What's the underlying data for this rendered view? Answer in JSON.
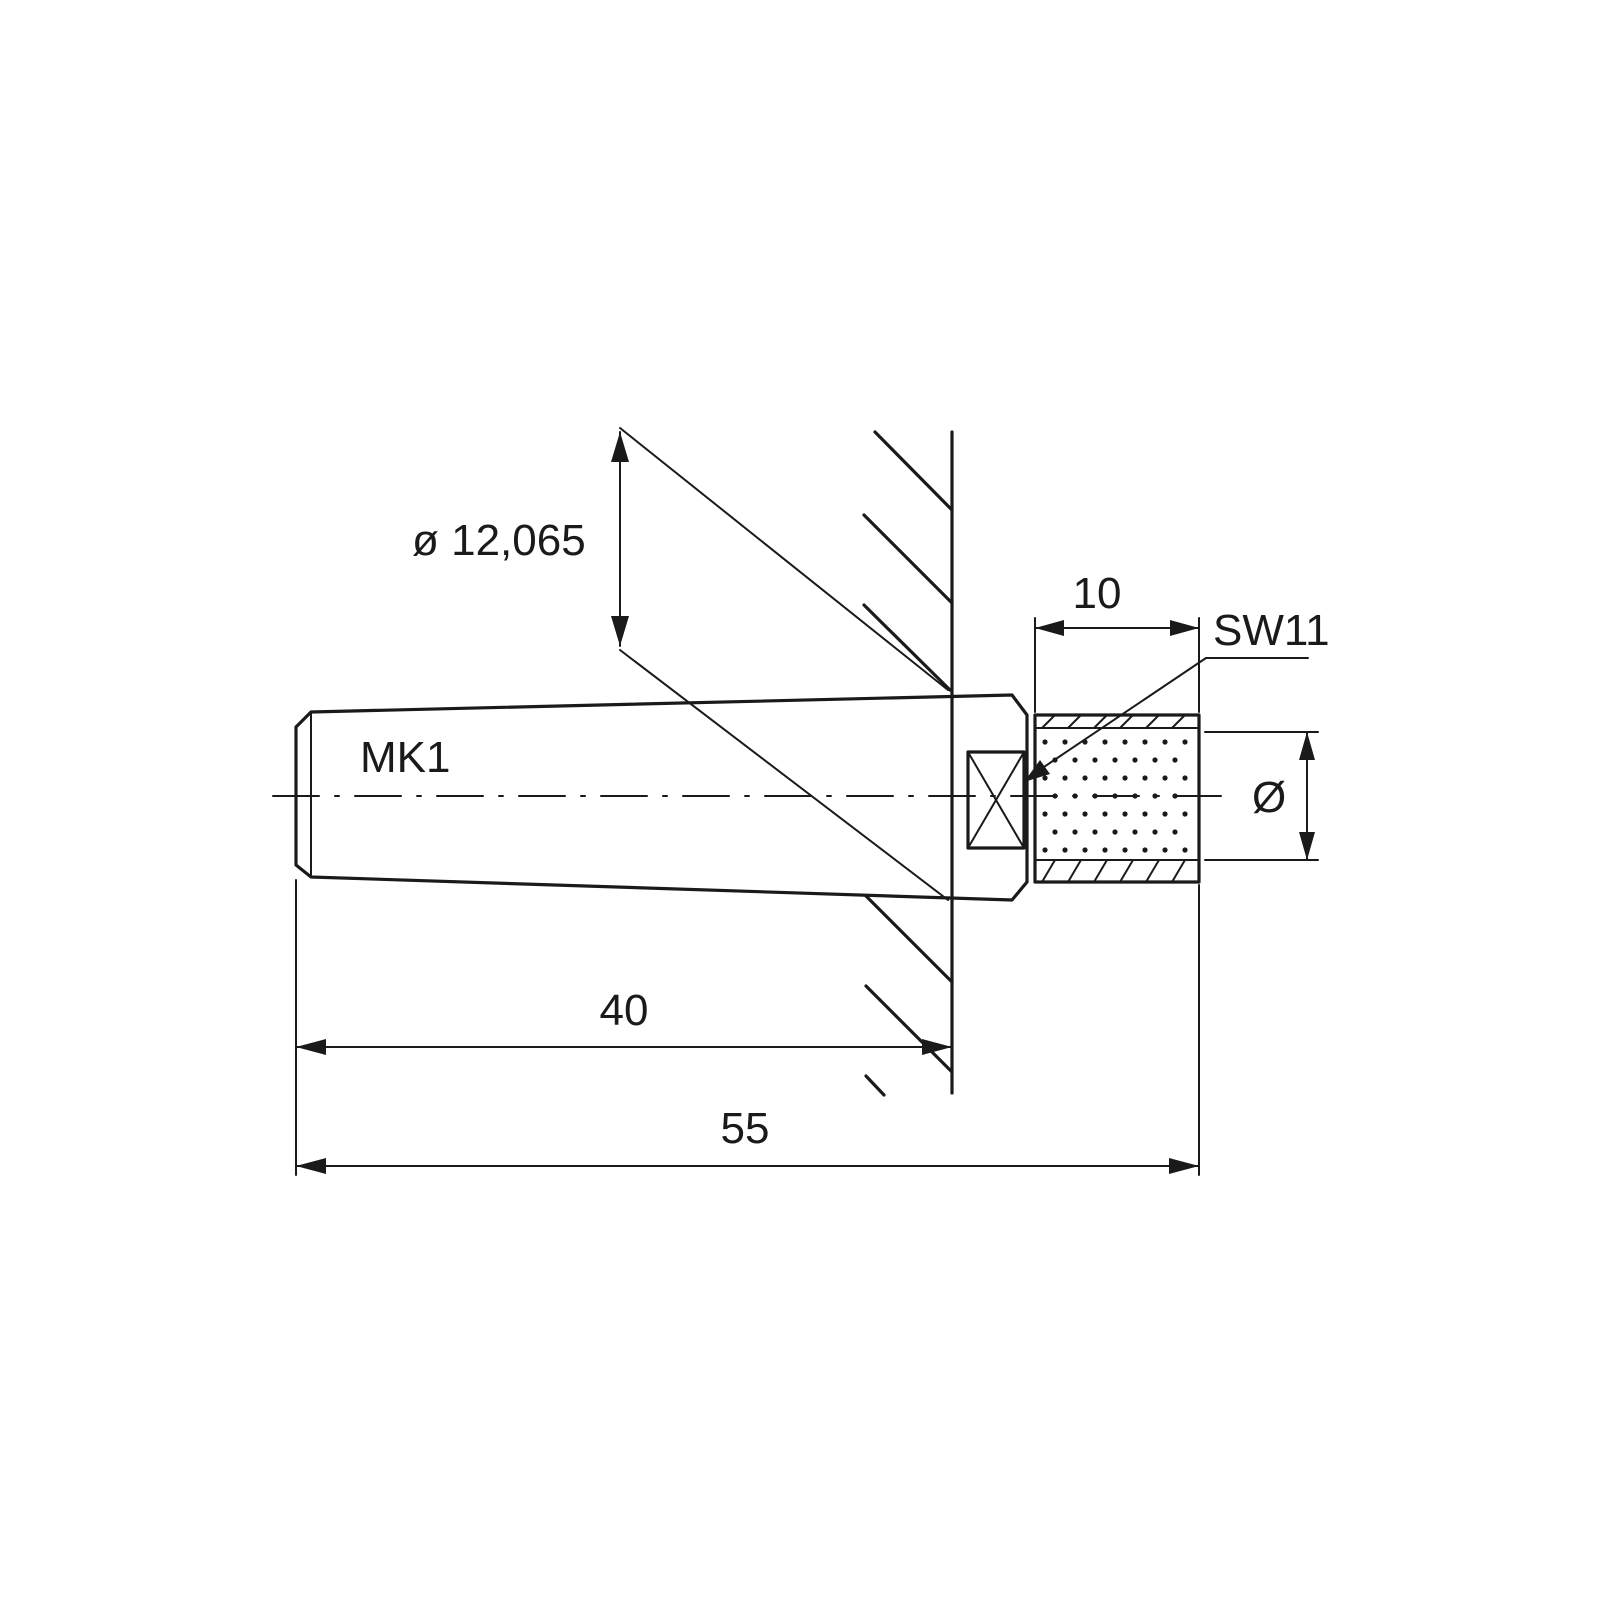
{
  "drawing": {
    "labels": {
      "taper_name": "MK1",
      "taper_diameter": "ø 12,065",
      "insert_length": "10",
      "wrench_size": "SW11",
      "insert_diameter": "Ø",
      "engaged_length": "40",
      "overall_length": "55"
    }
  }
}
